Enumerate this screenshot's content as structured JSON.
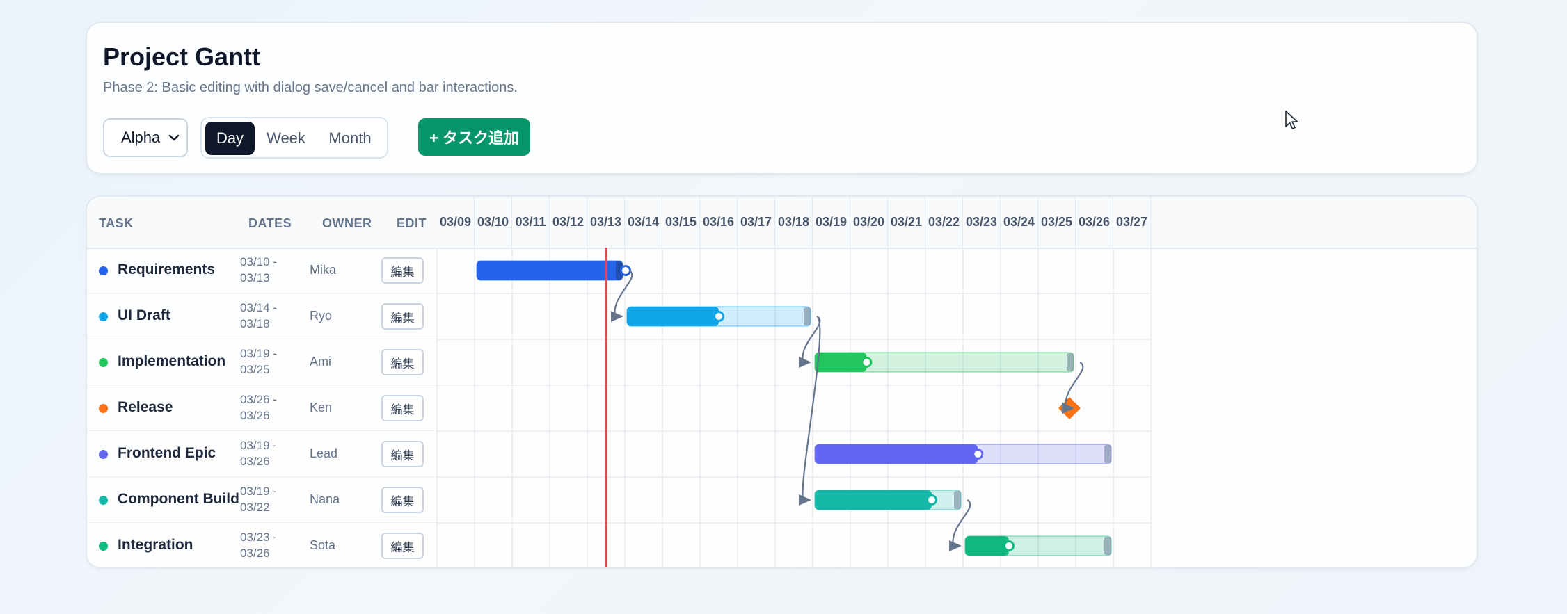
{
  "header": {
    "title": "Project Gantt",
    "subtitle": "Phase 2: Basic editing with dialog save/cancel and bar interactions.",
    "project_select": {
      "value": "Alpha"
    },
    "view_modes": [
      {
        "label": "Day",
        "active": true
      },
      {
        "label": "Week",
        "active": false
      },
      {
        "label": "Month",
        "active": false
      }
    ],
    "add_task_label": "+ タスク追加"
  },
  "table": {
    "columns": {
      "task": "TASK",
      "dates": "DATES",
      "owner": "OWNER",
      "edit": "EDIT"
    },
    "edit_label": "編集"
  },
  "timeline": {
    "days": [
      "03/09",
      "03/10",
      "03/11",
      "03/12",
      "03/13",
      "03/14",
      "03/15",
      "03/16",
      "03/17",
      "03/18",
      "03/19",
      "03/20",
      "03/21",
      "03/22",
      "03/23",
      "03/24",
      "03/25",
      "03/26",
      "03/27"
    ],
    "today_index": 4.5
  },
  "tasks": [
    {
      "name": "Requirements",
      "dates_start": "03/10 -",
      "dates_end": "03/13",
      "owner": "Mika",
      "color": "#2563eb",
      "start": 1,
      "end": 5,
      "progress": 1.0
    },
    {
      "name": "UI Draft",
      "dates_start": "03/14 -",
      "dates_end": "03/18",
      "owner": "Ryo",
      "color": "#0ea5e9",
      "start": 5,
      "end": 10,
      "progress": 0.5
    },
    {
      "name": "Implementation",
      "dates_start": "03/19 -",
      "dates_end": "03/25",
      "owner": "Ami",
      "color": "#22c55e",
      "start": 10,
      "end": 17,
      "progress": 0.2
    },
    {
      "name": "Release",
      "dates_start": "03/26 -",
      "dates_end": "03/26",
      "owner": "Ken",
      "color": "#f97316",
      "start": 17,
      "end": 17,
      "progress": 0,
      "milestone": true
    },
    {
      "name": "Frontend Epic",
      "dates_start": "03/19 -",
      "dates_end": "03/26",
      "owner": "Lead",
      "color": "#6366f1",
      "start": 10,
      "end": 18,
      "progress": 0.55
    },
    {
      "name": "Component Build",
      "dates_start": "03/19 -",
      "dates_end": "03/22",
      "owner": "Nana",
      "color": "#14b8a6",
      "start": 10,
      "end": 14,
      "progress": 0.8
    },
    {
      "name": "Integration",
      "dates_start": "03/23 -",
      "dates_end": "03/26",
      "owner": "Sota",
      "color": "#10b981",
      "start": 14,
      "end": 18,
      "progress": 0.3
    }
  ],
  "dependencies": [
    {
      "from": 0,
      "to": 1
    },
    {
      "from": 1,
      "to": 2
    },
    {
      "from": 1,
      "to": 5
    },
    {
      "from": 2,
      "to": 3
    },
    {
      "from": 5,
      "to": 6
    }
  ],
  "colors": {
    "today_line": "#ef4444",
    "grid": "#e5eaf0",
    "arrow": "#64748b"
  }
}
